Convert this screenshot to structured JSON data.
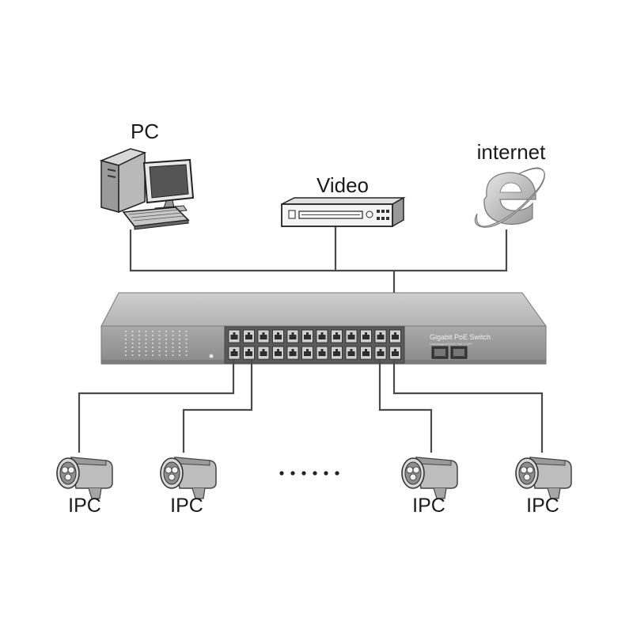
{
  "devices": {
    "pc_label": "PC",
    "video_label": "Video",
    "internet_label": "internet"
  },
  "switch": {
    "name": "Gigabit PoE Switch",
    "subtitle": "Unmanaged 24GE PoE 2 SFP",
    "rj45_ports": 24,
    "sfp_ports": 2
  },
  "cameras": {
    "labels": [
      "IPC",
      "IPC",
      "IPC",
      "IPC"
    ],
    "ellipsis": "……"
  },
  "colors": {
    "line": "#4a4a4a",
    "switch_body": "#9c9c9c",
    "switch_top": "#c4c4c4",
    "port": "#3a3a3a"
  },
  "icons": [
    "desktop-pc-icon",
    "video-recorder-icon",
    "internet-explorer-icon",
    "bullet-camera-icon"
  ]
}
